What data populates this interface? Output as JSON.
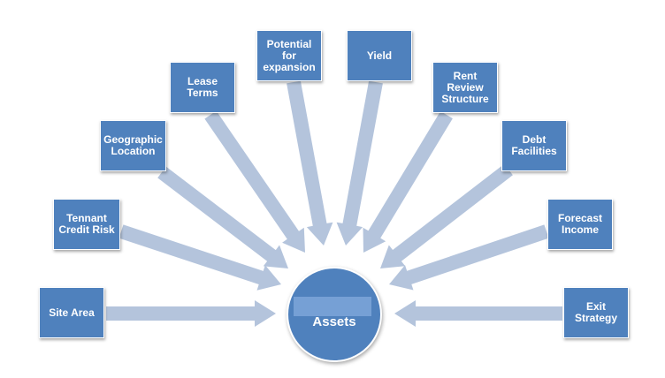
{
  "diagram": {
    "center": {
      "label": "Assets"
    },
    "nodes": [
      {
        "id": "site-area",
        "label": "Site Area"
      },
      {
        "id": "tennant-credit-risk",
        "label": "Tennant\nCredit Risk"
      },
      {
        "id": "geographic-location",
        "label": "Geographic\nLocation"
      },
      {
        "id": "lease-terms",
        "label": "Lease\nTerms"
      },
      {
        "id": "potential-for-expansion",
        "label": "Potential\nfor\nexpansion"
      },
      {
        "id": "yield",
        "label": "Yield"
      },
      {
        "id": "rent-review-structure",
        "label": "Rent\nReview\nStructure"
      },
      {
        "id": "debt-facilities",
        "label": "Debt\nFacilities"
      },
      {
        "id": "forecast-income",
        "label": "Forecast\nIncome"
      },
      {
        "id": "exit-strategy",
        "label": "Exit\nStrategy"
      }
    ]
  },
  "colors": {
    "box": "#4f81bd",
    "arrow": "#b4c4dc",
    "background": "#ffffff"
  }
}
